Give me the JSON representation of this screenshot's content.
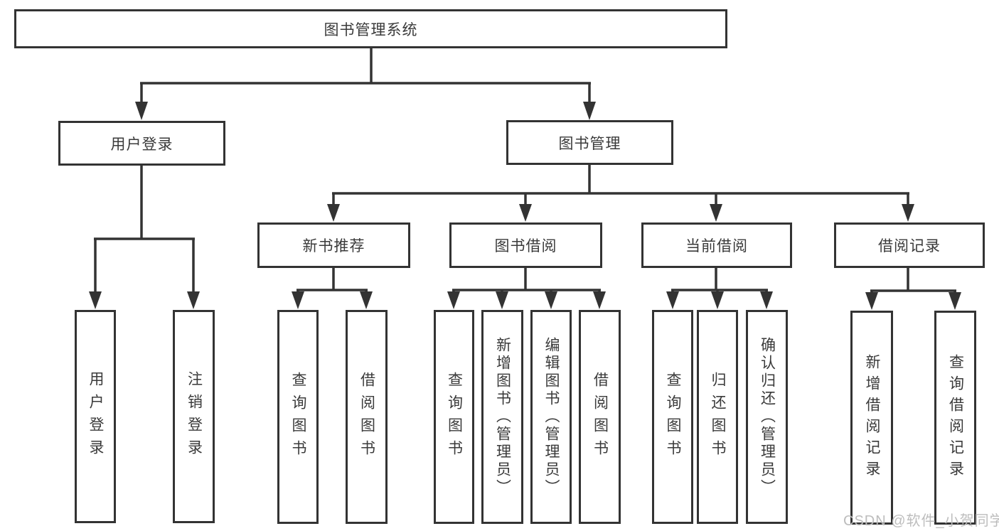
{
  "diagram": {
    "title": "图书管理系统",
    "type": "function-structure-tree",
    "tree": {
      "root": {
        "label": "图书管理系统",
        "children": [
          {
            "label": "用户登录",
            "children": [
              {
                "label": "用户登录"
              },
              {
                "label": "注销登录"
              }
            ]
          },
          {
            "label": "图书管理",
            "children": [
              {
                "label": "新书推荐",
                "children": [
                  {
                    "label": "查询图书"
                  },
                  {
                    "label": "借阅图书"
                  }
                ]
              },
              {
                "label": "图书借阅",
                "children": [
                  {
                    "label": "查询图书"
                  },
                  {
                    "label": "新增图书（管理员）"
                  },
                  {
                    "label": "编辑图书（管理员）"
                  },
                  {
                    "label": "借阅图书"
                  }
                ]
              },
              {
                "label": "当前借阅",
                "children": [
                  {
                    "label": "查询图书"
                  },
                  {
                    "label": "归还图书"
                  },
                  {
                    "label": "确认归还（管理员）"
                  }
                ]
              },
              {
                "label": "借阅记录",
                "children": [
                  {
                    "label": "新增借阅记录"
                  },
                  {
                    "label": "查询借阅记录"
                  }
                ]
              }
            ]
          }
        ]
      }
    }
  },
  "watermark": {
    "text": "CSDN @软件_小贺同学"
  },
  "colors": {
    "line": "#333333",
    "box_border": "#333333",
    "text": "#3a3a3a",
    "watermark": "#bdbdbd",
    "background": "#ffffff"
  }
}
